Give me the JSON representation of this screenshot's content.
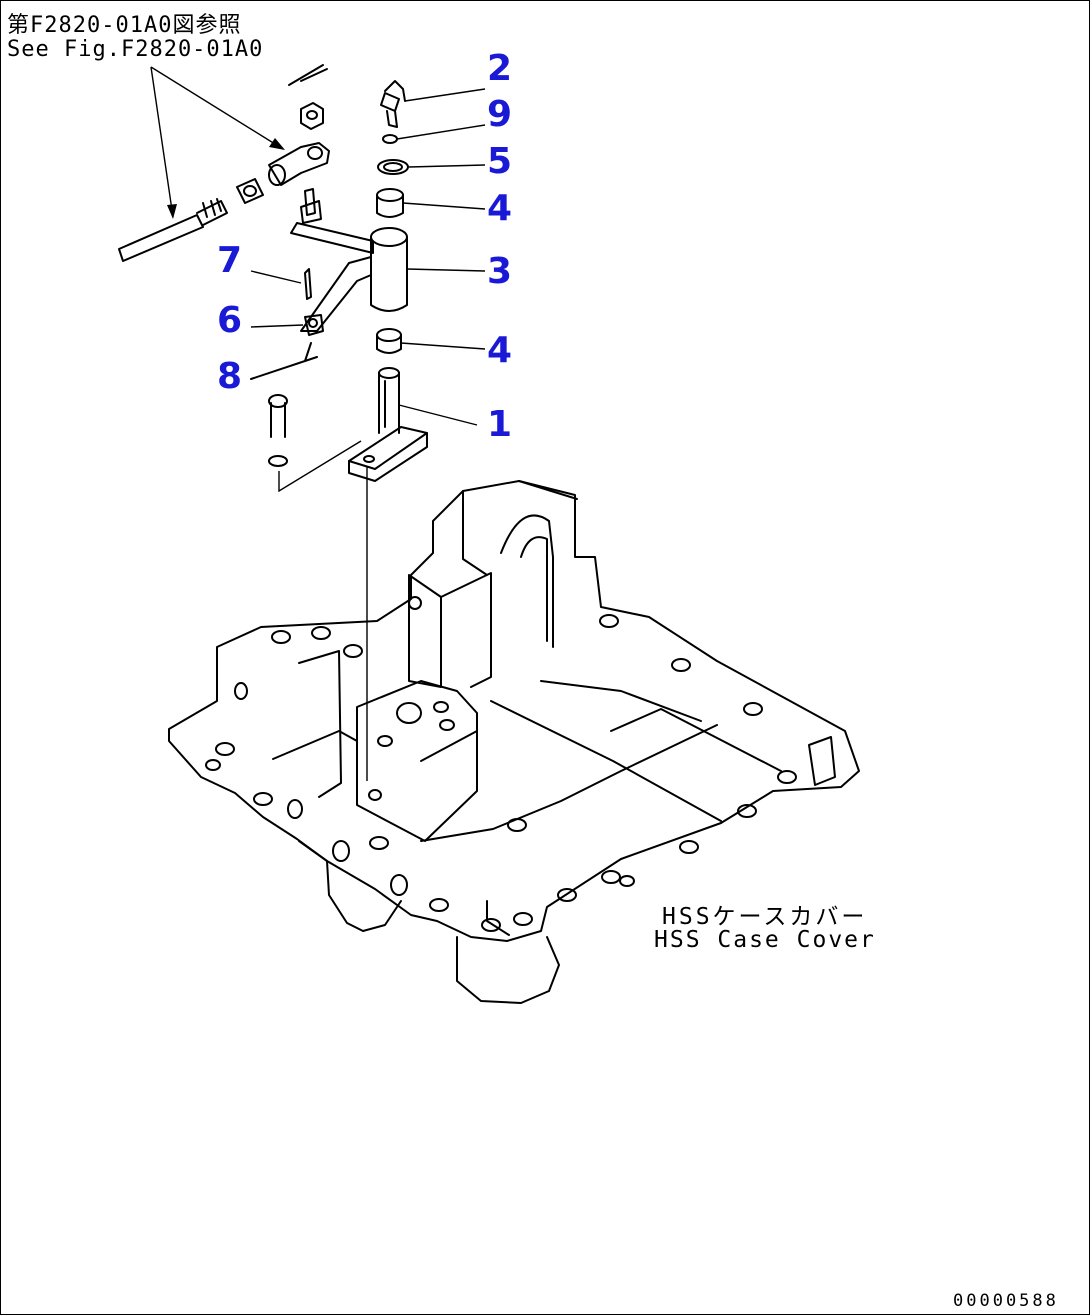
{
  "reference": {
    "japanese": "第F2820-01A0図参照",
    "english": "See Fig.F2820-01A0"
  },
  "callouts": [
    {
      "id": "c2",
      "label": "2"
    },
    {
      "id": "c9",
      "label": "9"
    },
    {
      "id": "c5",
      "label": "5"
    },
    {
      "id": "c4a",
      "label": "4"
    },
    {
      "id": "c3",
      "label": "3"
    },
    {
      "id": "c7",
      "label": "7"
    },
    {
      "id": "c6",
      "label": "6"
    },
    {
      "id": "c4b",
      "label": "4"
    },
    {
      "id": "c8",
      "label": "8"
    },
    {
      "id": "c1",
      "label": "1"
    }
  ],
  "assembly": {
    "japanese": "HSSケースカバー",
    "english": "HSS Case Cover"
  },
  "drawing_code": "00000588",
  "colors": {
    "callout": "#1a1ad6",
    "line": "#000000",
    "background": "#ffffff"
  }
}
